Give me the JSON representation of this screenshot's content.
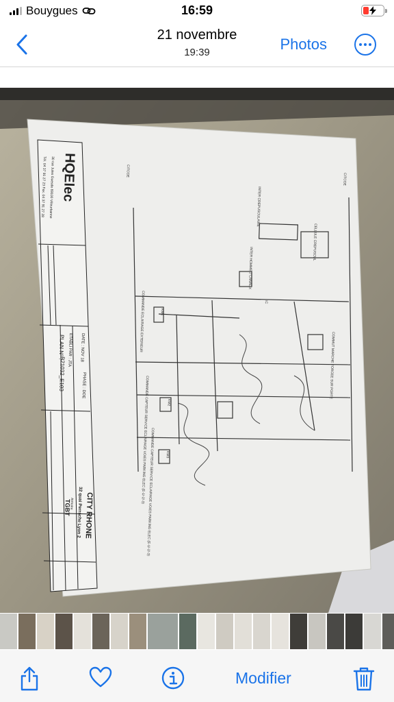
{
  "status": {
    "carrier": "Bouygues",
    "time": "16:59"
  },
  "nav": {
    "date": "21 novembre",
    "time": "19:39",
    "photos_label": "Photos"
  },
  "toolbar": {
    "edit_label": "Modifier"
  },
  "drawing": {
    "company": "HQElec",
    "company_address": "30 rue Jules Guesde 69100 Villeurbanne",
    "company_phone": "Tél. 04 37 91 27 23 Fax. 04 37 91 27 28",
    "project": "CITY RHONE",
    "project_address": "32 quai Perrache Lyon 2",
    "board_label": "Armoire",
    "board": "TGBT",
    "plan_label": "PLAN N° :",
    "plan_number": "B21032_E103",
    "phase_label": "PHASE : DOE",
    "date_label": "DATE : NOV 18",
    "established_label": "ETABLI PAR : JTA",
    "feed_top": "CITCOE",
    "feed_bottom": "CITCOE",
    "inter_crepusculaire": "INTER CREPUSCULAIRE",
    "cellule": "CELLULE CREPUSCUL",
    "inter_homme": "INTER HOMME 2 CANAUX",
    "commut": "COMMUT MARCHE FORCEE SUR PORTE",
    "label_ic": "IC",
    "label_km1": "KM1",
    "label_km2": "KM2",
    "label_km3": "KM3",
    "cmd1": "COMMANDE ECLAIRAGE EXTERIEUR",
    "cmd2": "COMMANDE CAPTEUR SERVICE ECLAIRAGE VOIES PARKING ELEC (E-1/-2/-3)",
    "cmd3": "COMMANDE CAPTEUR SERVICE ECLAIRAGE VOIES PARKING ELEC (E-1/-2/-3)"
  },
  "colors": {
    "accent": "#1a73e8",
    "battery_low": "#ff3b30"
  },
  "icons": {
    "back": "chevron-left-icon",
    "more": "ellipsis-circle-icon",
    "share": "share-icon",
    "favorite": "heart-icon",
    "info": "info-circle-icon",
    "delete": "trash-icon"
  }
}
